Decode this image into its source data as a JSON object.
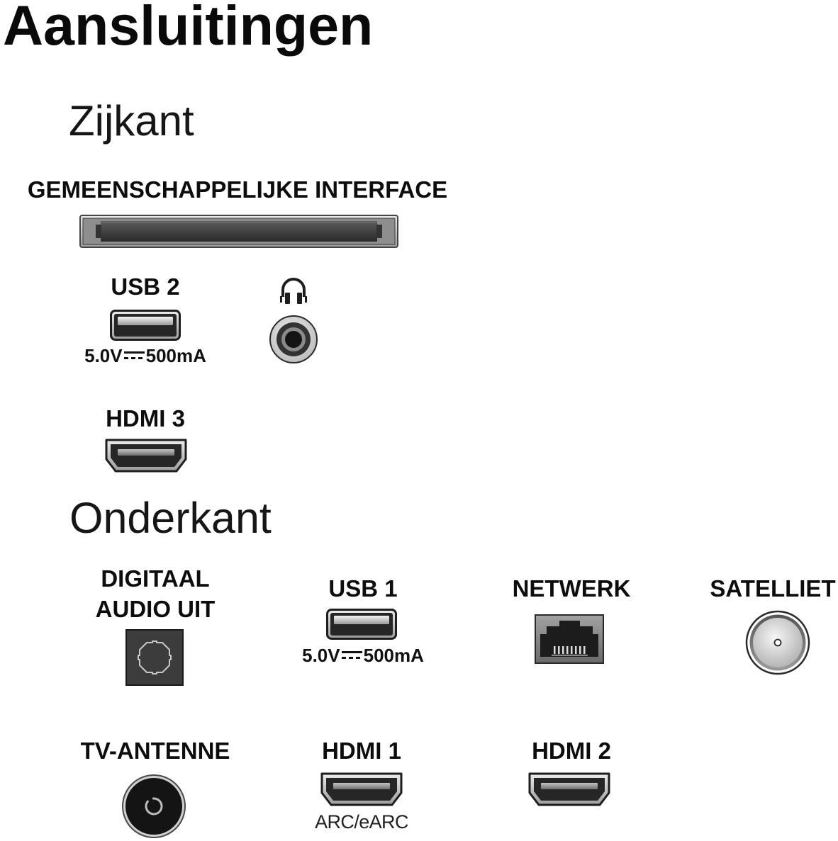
{
  "title": "Aansluitingen",
  "side": {
    "heading": "Zijkant",
    "common_interface": {
      "label": "GEMEENSCHAPPELIJKE INTERFACE",
      "icon": "ci-slot-icon"
    },
    "usb_2": {
      "label": "USB 2",
      "icon": "usb-port-icon",
      "rating": {
        "voltage": "5.0V",
        "symbol": "dc-symbol-icon",
        "current": "500mA"
      }
    },
    "headphone": {
      "icon": "headphones-icon",
      "port_icon": "headphone-jack-icon"
    },
    "hdmi_3": {
      "label": "HDMI 3",
      "icon": "hdmi-port-icon"
    }
  },
  "bottom": {
    "heading": "Onderkant",
    "digital_audio_out": {
      "label_line1": "DIGITAAL",
      "label_line2": "AUDIO UIT",
      "icon": "optical-port-icon"
    },
    "usb_1": {
      "label": "USB 1",
      "icon": "usb-port-icon",
      "rating": {
        "voltage": "5.0V",
        "symbol": "dc-symbol-icon",
        "current": "500mA"
      }
    },
    "network": {
      "label": "NETWERK",
      "icon": "ethernet-port-icon"
    },
    "satellite": {
      "label": "SATELLIET",
      "icon": "satellite-connector-icon"
    },
    "tv_antenna": {
      "label": "TV-ANTENNE",
      "icon": "antenna-connector-icon"
    },
    "hdmi_1": {
      "label": "HDMI 1",
      "note": "ARC/eARC",
      "icon": "hdmi-port-icon"
    },
    "hdmi_2": {
      "label": "HDMI 2",
      "icon": "hdmi-port-icon"
    }
  },
  "colors": {
    "background": "#ffffff",
    "text": "#0d0d0d",
    "port_interior": "#262626",
    "port_frame": "#c4c4c4",
    "outline": "#1e1e1e"
  }
}
